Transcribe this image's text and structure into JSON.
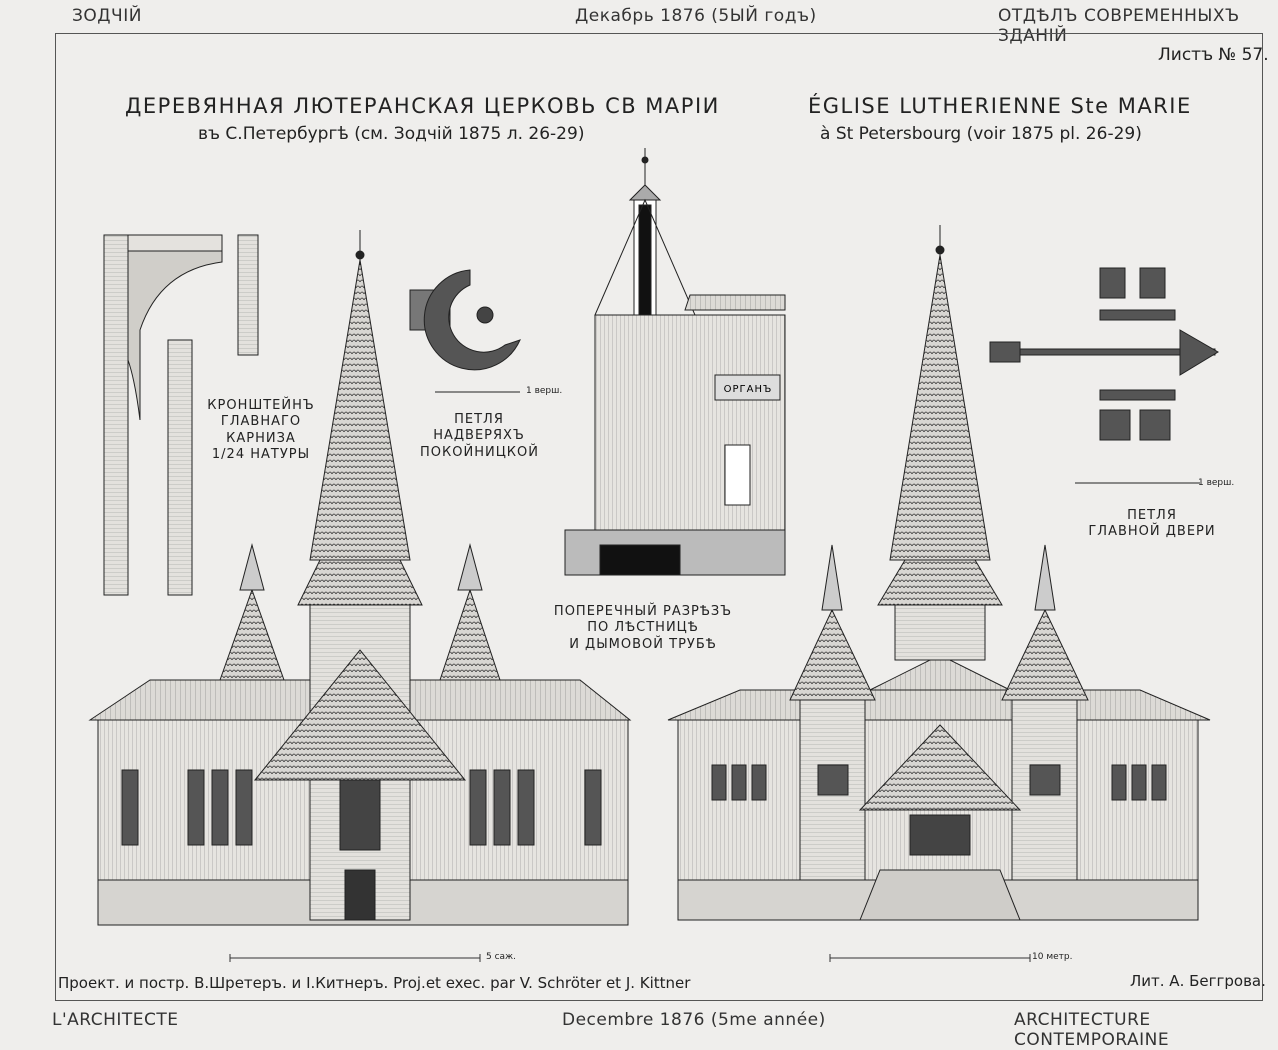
{
  "header": {
    "left": "ЗОДЧIЙ",
    "center": "Декабрь 1876 (5ЫЙ годъ)",
    "right": "ОТДѢЛЪ СОВРЕМЕННЫХЪ ЗДАНIЙ",
    "sheet": "Листъ № 57."
  },
  "titles": {
    "ru_main": "ДЕРЕВЯННАЯ ЛЮТЕРАНСКАЯ ЦЕРКОВЬ СВ МАРIИ",
    "ru_sub": "въ С.Петербургѣ (см. Зодчiй 1875 л. 26-29)",
    "fr_main": "ÉGLISE LUTHERIENNE Ste MARIE",
    "fr_sub": "à St Petersbourg (voir 1875 pl. 26-29)"
  },
  "captions": {
    "bracket": [
      "КРОНШТЕЙНЪ",
      "ГЛАВНАГО КАРНИЗА",
      "1/24 НАТУРЫ"
    ],
    "hinge_mortuary": [
      "ПЕТЛЯ",
      "НАДВЕРЯХЪ",
      "ПОКОЙНИЦКОЙ"
    ],
    "section": [
      "ПОПЕРЕЧНЫЙ РАЗРѢЗЪ",
      "ПО ЛѢСТНИЦѢ",
      "И ДЫМОВОЙ ТРУБѢ"
    ],
    "organ": "ОРГАНЪ",
    "hinge_main": [
      "ПЕТЛЯ",
      "ГЛАВНОЙ ДВЕРИ"
    ],
    "scale_small": "1 верш.",
    "scale_left": "5 саж.",
    "scale_right": "10 метр."
  },
  "footer": {
    "credits": "Проект. и постр. В.Шретеръ. и I.Китнеръ.  Proj.et exec. par V. Schröter et J. Kittner",
    "lith": "Лит. А. Беггрова.",
    "left": "L'ARCHITECTE",
    "center": "Decembre 1876 (5me année)",
    "right": "ARCHITECTURE CONTEMPORAINE"
  }
}
